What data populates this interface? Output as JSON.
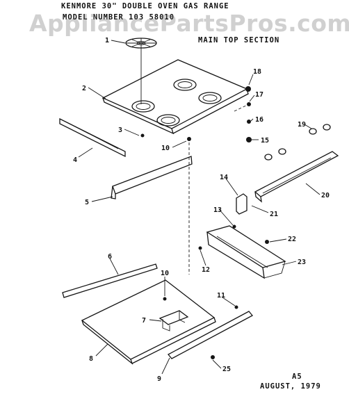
{
  "header": {
    "line1": "KENMORE 30\" DOUBLE OVEN GAS RANGE",
    "line2": "MODEL NUMBER 103  58010",
    "section": "MAIN TOP SECTION"
  },
  "watermark": "AppliancePartsPros.com",
  "footer": {
    "code": "A5",
    "date": "AUGUST, 1979"
  },
  "callouts": [
    {
      "id": "c1",
      "text": "1"
    },
    {
      "id": "c2",
      "text": "2"
    },
    {
      "id": "c3",
      "text": "3"
    },
    {
      "id": "c4",
      "text": "4"
    },
    {
      "id": "c5",
      "text": "5"
    },
    {
      "id": "c6",
      "text": "6"
    },
    {
      "id": "c7",
      "text": "7"
    },
    {
      "id": "c8",
      "text": "8"
    },
    {
      "id": "c9",
      "text": "9"
    },
    {
      "id": "c10a",
      "text": "10"
    },
    {
      "id": "c10b",
      "text": "10"
    },
    {
      "id": "c11",
      "text": "11"
    },
    {
      "id": "c12",
      "text": "12"
    },
    {
      "id": "c13",
      "text": "13"
    },
    {
      "id": "c14",
      "text": "14"
    },
    {
      "id": "c15",
      "text": "15"
    },
    {
      "id": "c16",
      "text": "16"
    },
    {
      "id": "c17",
      "text": "17"
    },
    {
      "id": "c18",
      "text": "18"
    },
    {
      "id": "c19",
      "text": "19"
    },
    {
      "id": "c20",
      "text": "20"
    },
    {
      "id": "c21",
      "text": "21"
    },
    {
      "id": "c22",
      "text": "22"
    },
    {
      "id": "c23",
      "text": "23"
    },
    {
      "id": "c25",
      "text": "25"
    }
  ],
  "colors": {
    "ink": "#151515",
    "background": "#ffffff",
    "watermark": "#8a8a8a"
  }
}
